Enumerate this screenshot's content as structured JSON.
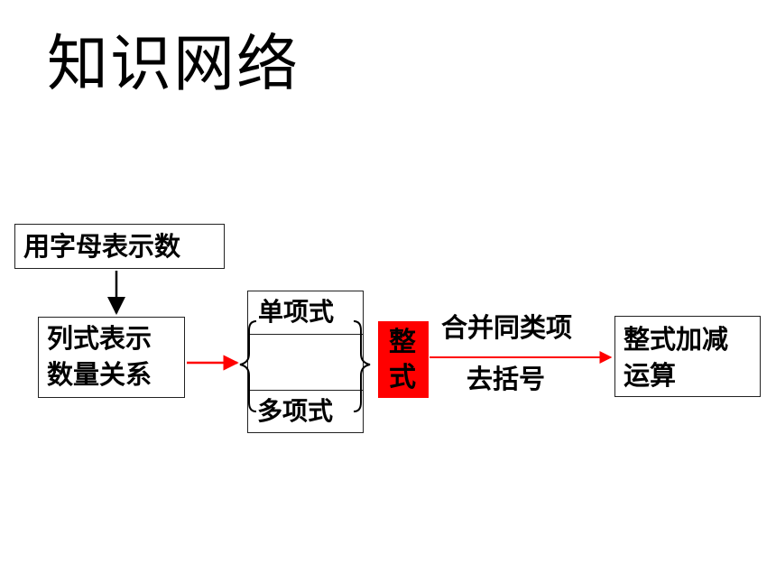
{
  "title": "知识网络",
  "nodes": {
    "letters": "用字母表示数",
    "express_line1": "列式表示",
    "express_line2": "数量关系",
    "monomial": "单项式",
    "polynomial": "多项式",
    "polynomial_expr_char1": "整",
    "polynomial_expr_char2": "式",
    "ops_line1": "整式加减",
    "ops_line2": "运算"
  },
  "edge_labels": {
    "combine": "合并同类项",
    "remove_brackets": "去括号"
  },
  "colors": {
    "highlight": "#ff0000",
    "arrow_red": "#ff0000",
    "arrow_black": "#000000"
  }
}
